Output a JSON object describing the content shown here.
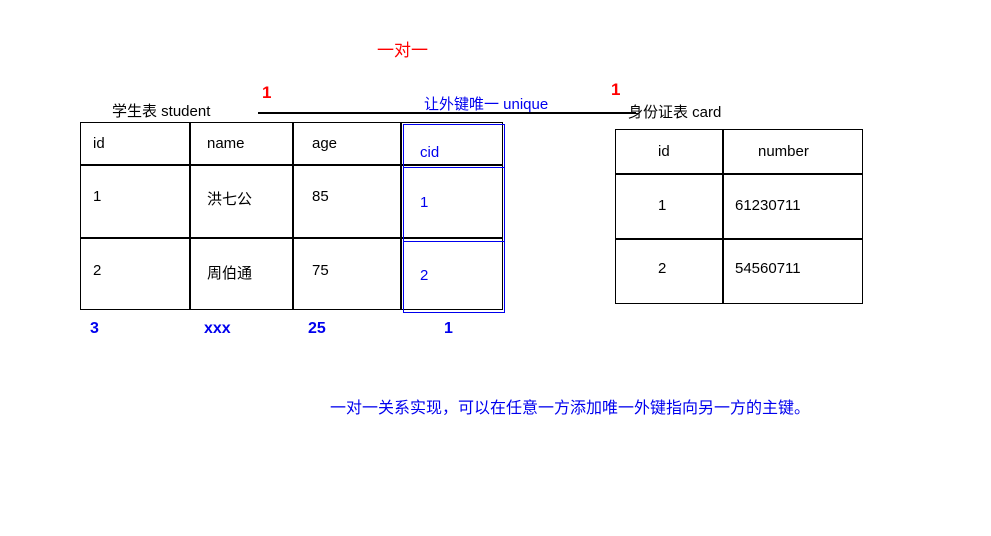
{
  "diagram": {
    "title": "一对一",
    "bottom_note": "一对一关系实现，可以在任意一方添加唯一外键指向另一方的主键。",
    "colors": {
      "title_red": "#ff0000",
      "note_blue": "#0000ee",
      "border_black": "#000000"
    }
  },
  "relation": {
    "left_cardinality": "1",
    "right_cardinality": "1",
    "annotation": "让外键唯一 unique"
  },
  "student_table": {
    "caption": "学生表 student",
    "headers": [
      "id",
      "name",
      "age"
    ],
    "fk_header": "cid",
    "rows": [
      {
        "id": "1",
        "name": "洪七公",
        "age": "85",
        "cid": "1"
      },
      {
        "id": "2",
        "name": "周伯通",
        "age": "75",
        "cid": "2"
      }
    ],
    "extra_row": {
      "id": "3",
      "name": "xxx",
      "age": "25",
      "cid": "1"
    }
  },
  "card_table": {
    "caption": "身份证表  card",
    "headers": [
      "id",
      "number"
    ],
    "rows": [
      {
        "id": "1",
        "number": "61230711"
      },
      {
        "id": "2",
        "number": "54560711"
      }
    ]
  }
}
